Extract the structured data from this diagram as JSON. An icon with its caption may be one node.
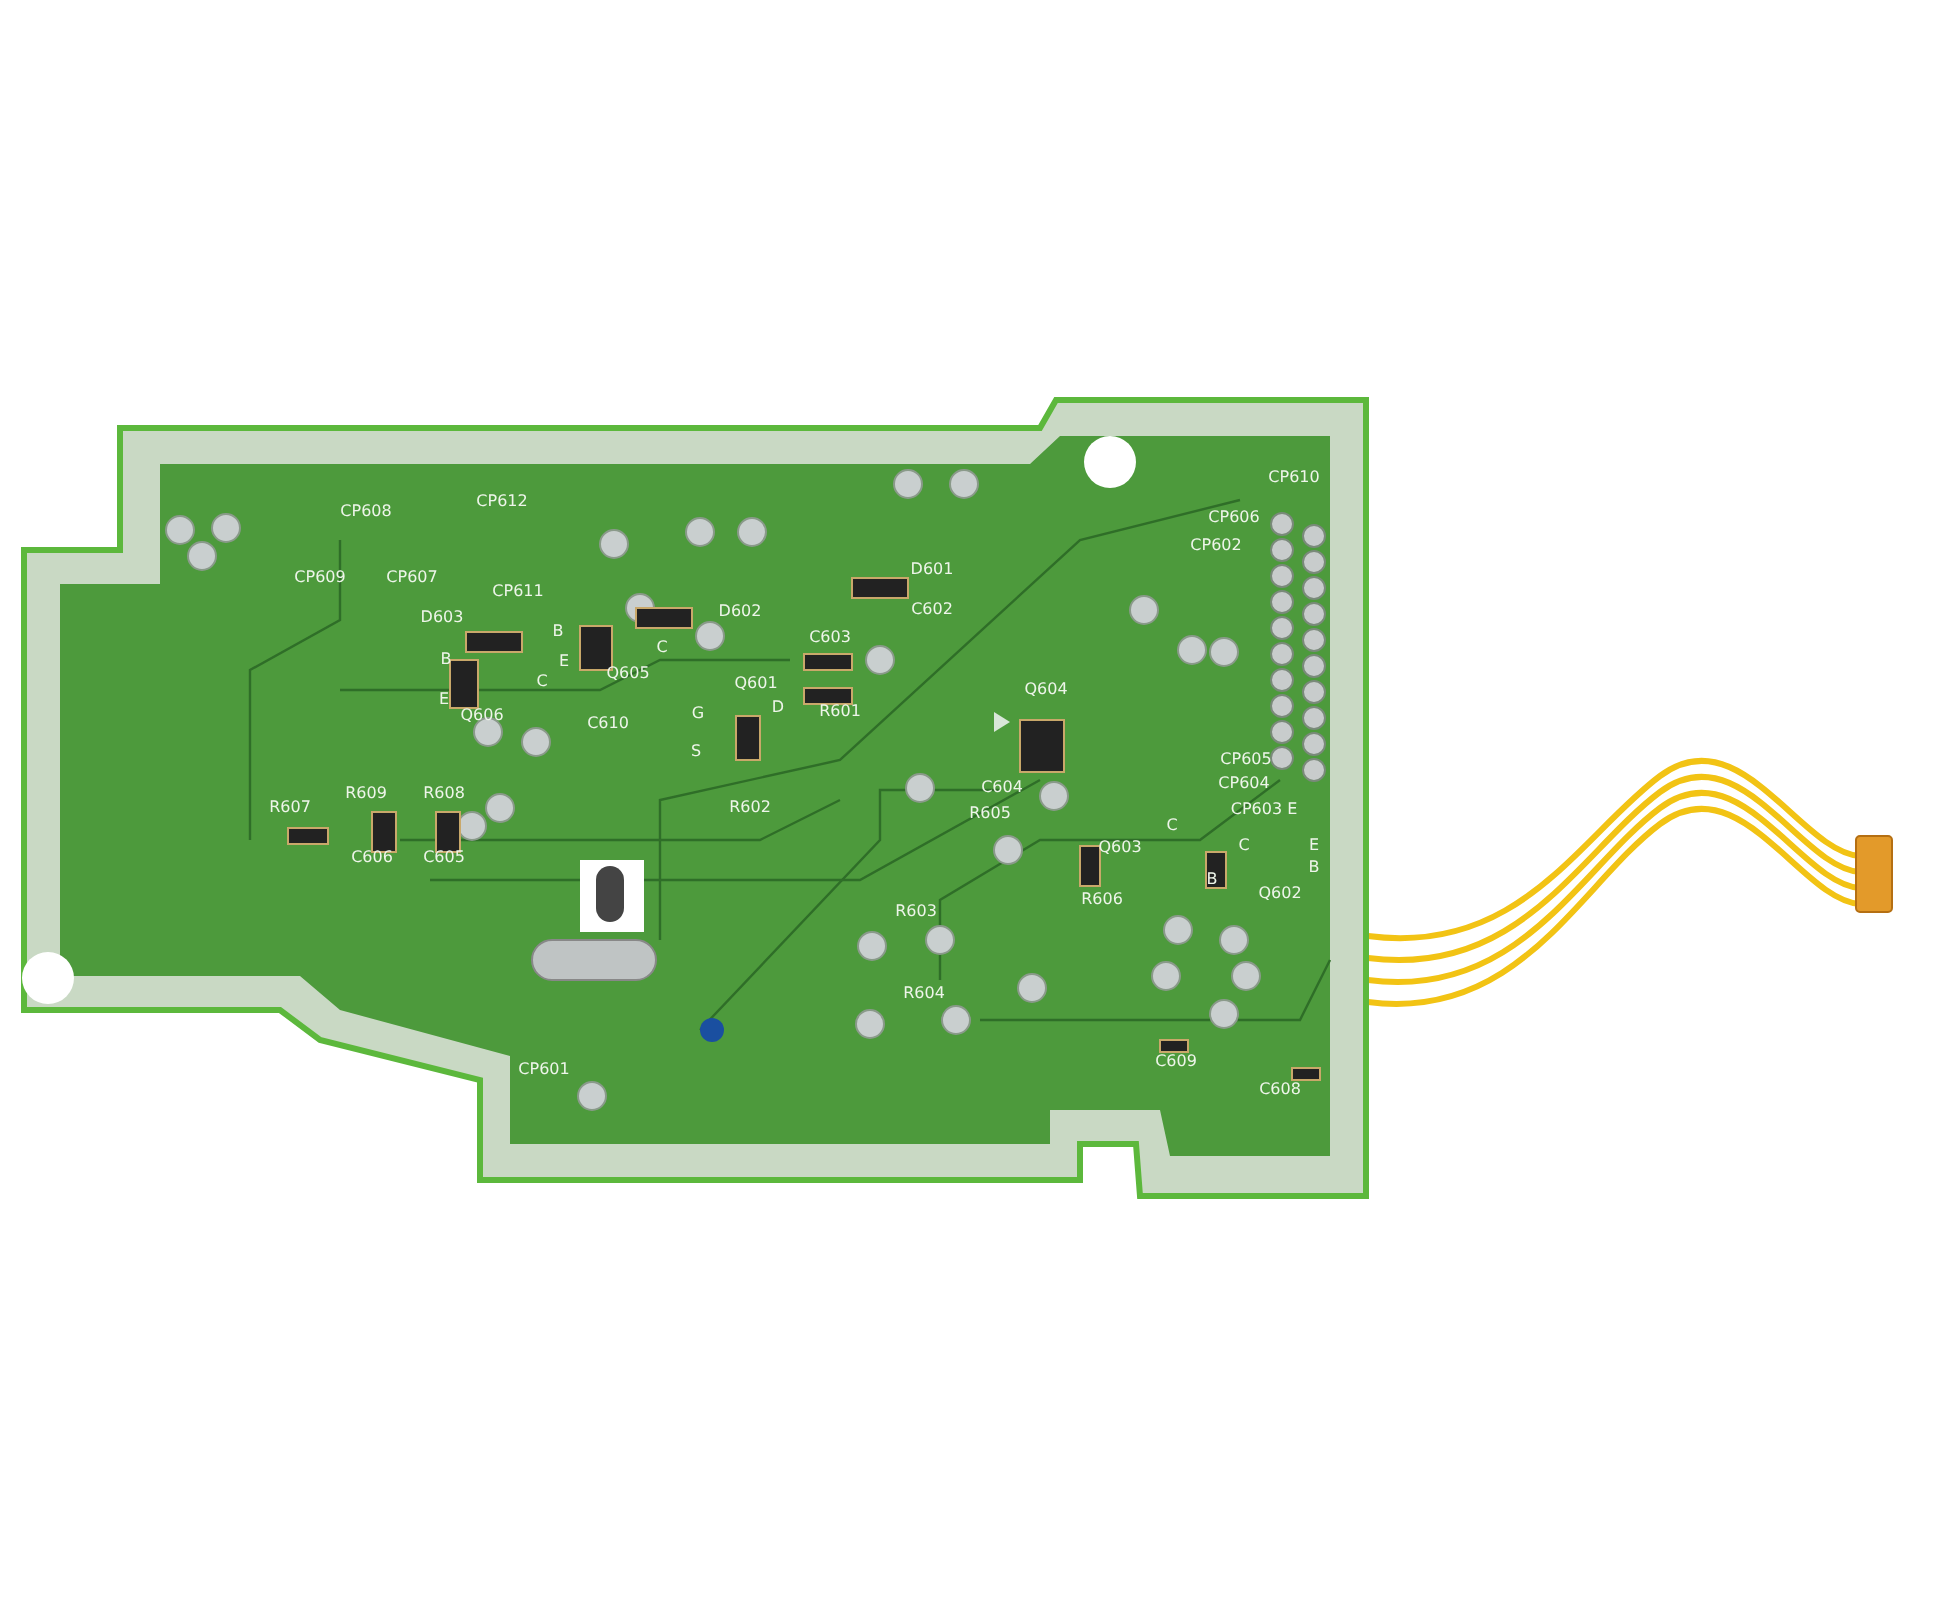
{
  "diagram": {
    "labels": [
      "CP612",
      "CP608",
      "CP609",
      "CP607",
      "CP611",
      "D603",
      "D602",
      "B",
      "C",
      "E",
      "Q605",
      "C",
      "E",
      "B",
      "Q606",
      "C610",
      "Q601",
      "D",
      "G",
      "S",
      "R602",
      "D601",
      "C602",
      "C603",
      "R601",
      "Q604",
      "CP610",
      "CP606",
      "CP602",
      "CP605",
      "CP604",
      "CP603 E",
      "C604",
      "R605",
      "R609",
      "R608",
      "R607",
      "C605",
      "C606",
      "C",
      "Q603",
      "B",
      "C",
      "E",
      "B",
      "Q602",
      "R606",
      "R603",
      "R604",
      "C609",
      "C608",
      "CP601"
    ]
  }
}
